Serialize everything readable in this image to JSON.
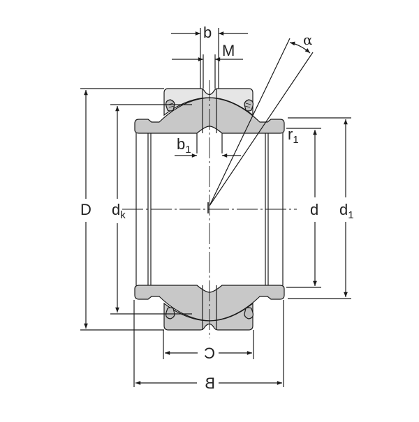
{
  "diagram": {
    "type": "technical-drawing",
    "subject": "spherical plain bearing cross-section",
    "colors": {
      "line": "#1a1a1a",
      "fill": "#c8c8c8",
      "background": "#ffffff"
    },
    "labels": {
      "b": "b",
      "M": "M",
      "alpha": "α",
      "b1_main": "b",
      "b1_sub": "1",
      "r1_main": "r",
      "r1_sub": "1",
      "D": "D",
      "dk_main": "d",
      "dk_sub": "k",
      "d": "d",
      "d1_main": "d",
      "d1_sub": "1",
      "C": "C",
      "B": "B"
    }
  }
}
